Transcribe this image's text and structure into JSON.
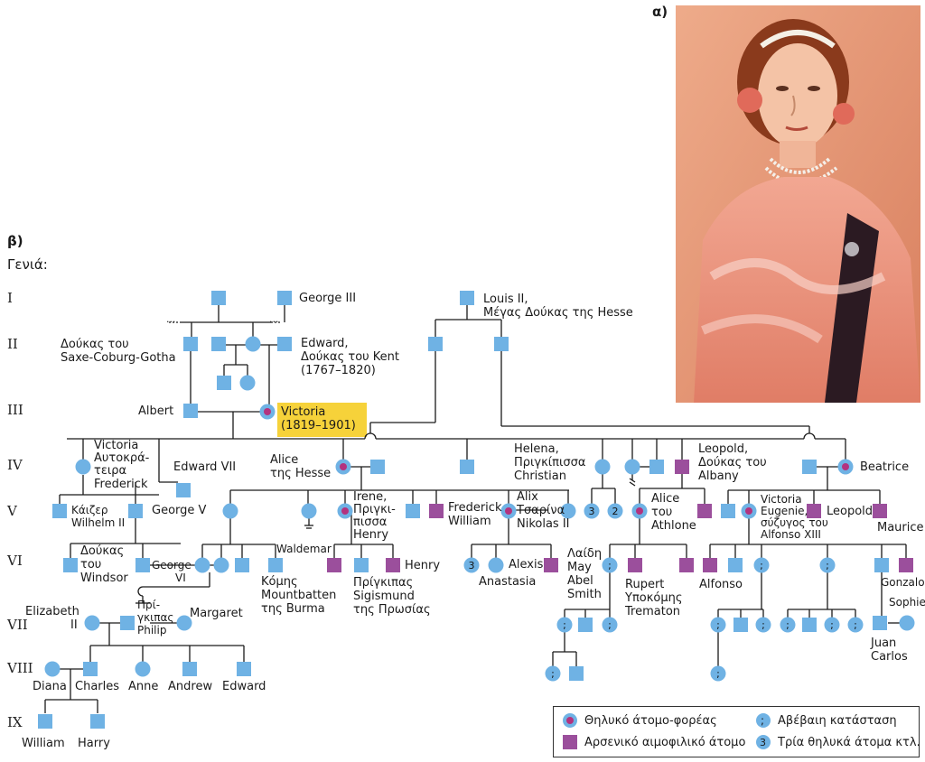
{
  "panel_labels": {
    "a": "α)",
    "b": "β)"
  },
  "generation_heading": "Γενιά:",
  "generations": [
    "I",
    "II",
    "III",
    "IV",
    "V",
    "VI",
    "VII",
    "VIII",
    "IX"
  ],
  "labels": {
    "george3": "George III",
    "louis2_l1": "Louis II,",
    "louis2_l2": "Μέγας Δούκας της Hesse",
    "saxe_l1": "Δούκας του",
    "saxe_l2": "Saxe-Coburg-Gotha",
    "edward_l1": "Edward,",
    "edward_l2": "Δούκας του Kent",
    "edward_l3": "(1767–1820)",
    "albert": "Albert",
    "victoria_l1": "Victoria",
    "victoria_l2": "(1819–1901)",
    "vic_emp_l1": "Victoria",
    "vic_emp_l2": "Αυτοκρά-",
    "vic_emp_l3": "τειρα",
    "frederick": "Frederick",
    "edward7": "Edward VII",
    "alice_l1": "Alice",
    "alice_l2": "της Hesse",
    "helena_l1": "Helena,",
    "helena_l2": "Πριγκίπισσα",
    "helena_l3": "Christian",
    "leopold_l1": "Leopold,",
    "leopold_l2": "Δούκας του",
    "leopold_l3": "Albany",
    "beatrice": "Beatrice",
    "kaiser_l1": "Κάιζερ",
    "kaiser_l2": "Wilhelm II",
    "george5": "George V",
    "irene_l1": "Irene,",
    "irene_l2": "Πριγκι-",
    "irene_l3": "πισσα",
    "irene_l4": "Henry",
    "fwilliam_l1": "Frederick",
    "fwilliam_l2": "William",
    "alix_l1": "Alix",
    "alix_l2": "Τσαρίνα",
    "alix_l3": "Nikolas II",
    "alice_ath_l1": "Alice",
    "alice_ath_l2": "του",
    "alice_ath_l3": "Athlone",
    "vic_eug_l1": "Victoria",
    "vic_eug_l2": "Eugenie,",
    "vic_eug_l3": "σύζυγος του",
    "vic_eug_l4": "Alfonso XIII",
    "leopold_b": "Leopold",
    "maurice": "Maurice",
    "windsor_l1": "Δούκας",
    "windsor_l2": "του",
    "windsor_l3": "Windsor",
    "george6_l1": "George",
    "george6_l2": "VI",
    "waldemar": "Waldemar",
    "mountbatten_l1": "Κόμης",
    "mountbatten_l2": "Mountbatten",
    "mountbatten_l3": "της Burma",
    "sigismund_l1": "Πρίγκιπας",
    "sigismund_l2": "Sigismund",
    "sigismund_l3": "της Πρωσίας",
    "henry": "Henry",
    "anastasia": "Anastasia",
    "alexis": "Alexis",
    "may_l1": "Λαίδη",
    "may_l2": "May",
    "may_l3": "Abel",
    "may_l4": "Smith",
    "rupert_l1": "Rupert",
    "rupert_l2": "Υποκόμης",
    "rupert_l3": "Trematon",
    "alfonso": "Alfonso",
    "gonzalo": "Gonzalo",
    "sophie": "Sophie",
    "juan_l1": "Juan",
    "juan_l2": "Carlos",
    "elizabeth_l1": "Elizabeth",
    "elizabeth_l2": "II",
    "philip_l1": "Πρί-",
    "philip_l2": "γκιπας",
    "philip_l3": "Philip",
    "margaret": "Margaret",
    "diana": "Diana",
    "charles": "Charles",
    "anne": "Anne",
    "andrew": "Andrew",
    "edward": "Edward",
    "william": "William",
    "harry": "Harry",
    "ellipsis": "..."
  },
  "symbol_text": {
    "three": "3",
    "two": "2",
    "uncertain": ";"
  },
  "legend": {
    "carrier_female": "Θηλυκό άτομο-φορέας",
    "hemophilic_male": "Αρσενικό αιμοφιλικό άτομο",
    "uncertain": "Αβέβαιη κατάσταση",
    "three_females": "Τρία θηλυκά άτομα κτλ."
  },
  "colors": {
    "individual_fill": "#6fb2e4",
    "hemophilic_fill": "#9b4f9c",
    "carrier_dot": "#b3337f",
    "highlight": "#f6d23a",
    "line": "#1a1a1a"
  }
}
